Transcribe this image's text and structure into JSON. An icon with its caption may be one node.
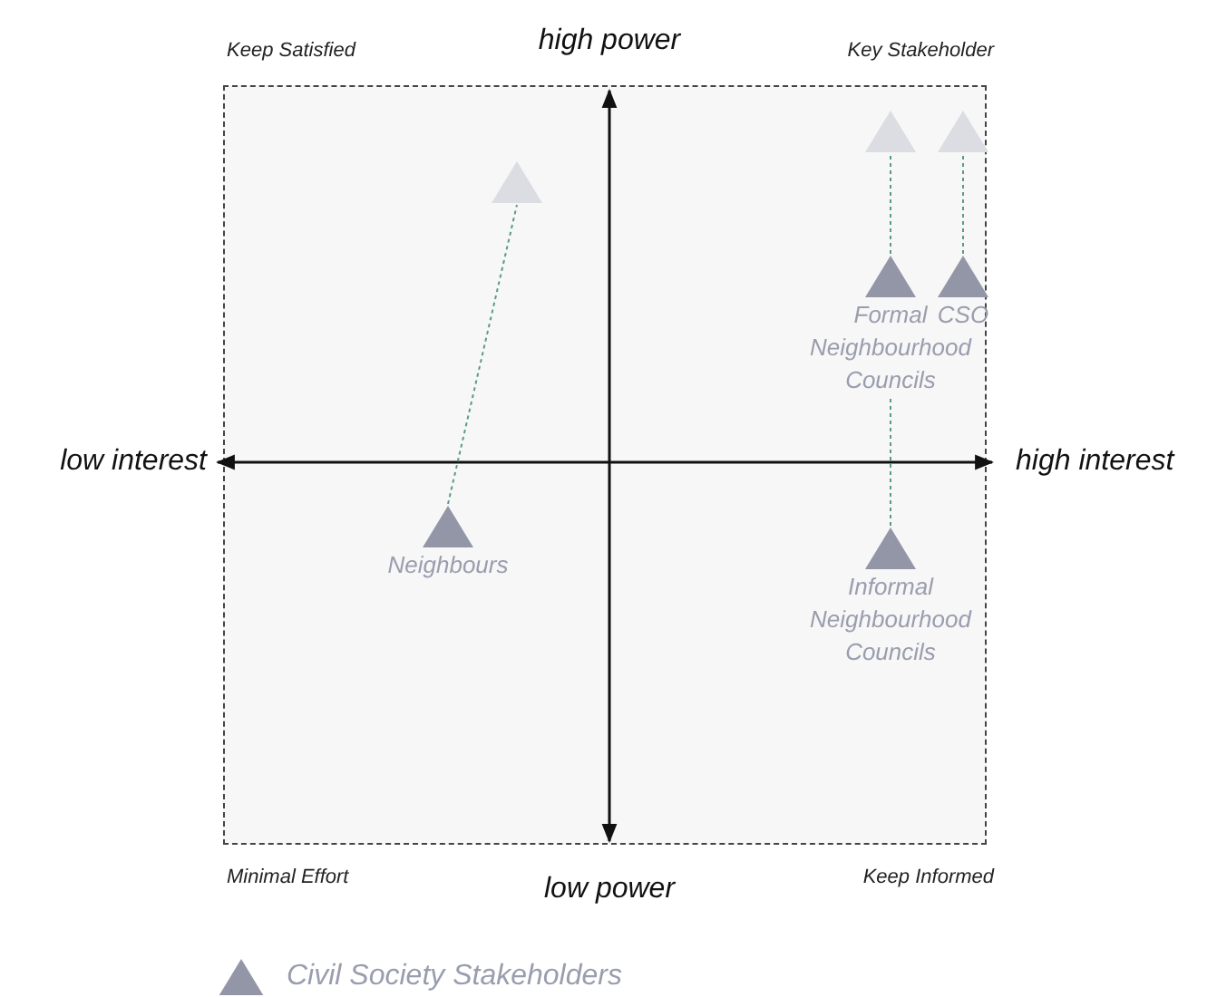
{
  "diagram": {
    "nodes": [
      {
        "text": [],
        "shape": "triangle"
      },
      {
        "text": [],
        "shape": "triangle"
      },
      {
        "text": [],
        "shape": "triangle"
      },
      {
        "text": [
          "Formal Neighbourhood Councils"
        ]
      },
      {
        "text": [
          "CSO"
        ]
      },
      {
        "text": [
          "Neighbours"
        ]
      },
      {
        "text": [
          "Informal Neighbourhood Councils"
        ]
      }
    ],
    "edges": [
      {
        "from": 5,
        "to": 0,
        "arrow": "none",
        "style": "dashed"
      },
      {
        "from": 3,
        "to": 1,
        "arrow": "none",
        "style": "dashed"
      },
      {
        "from": 4,
        "to": 2,
        "arrow": "none",
        "style": "dashed"
      },
      {
        "from": 6,
        "to": 3,
        "arrow": "none",
        "style": "dashed"
      }
    ],
    "labels": [
      "Keep Satisfied",
      "high power",
      "Key Stakeholder",
      "low interest",
      "high interest",
      "Minimal Effort",
      "low power",
      "Keep Informed"
    ],
    "legend": [
      {
        "text": "Civil Society Stakeholders"
      }
    ]
  }
}
